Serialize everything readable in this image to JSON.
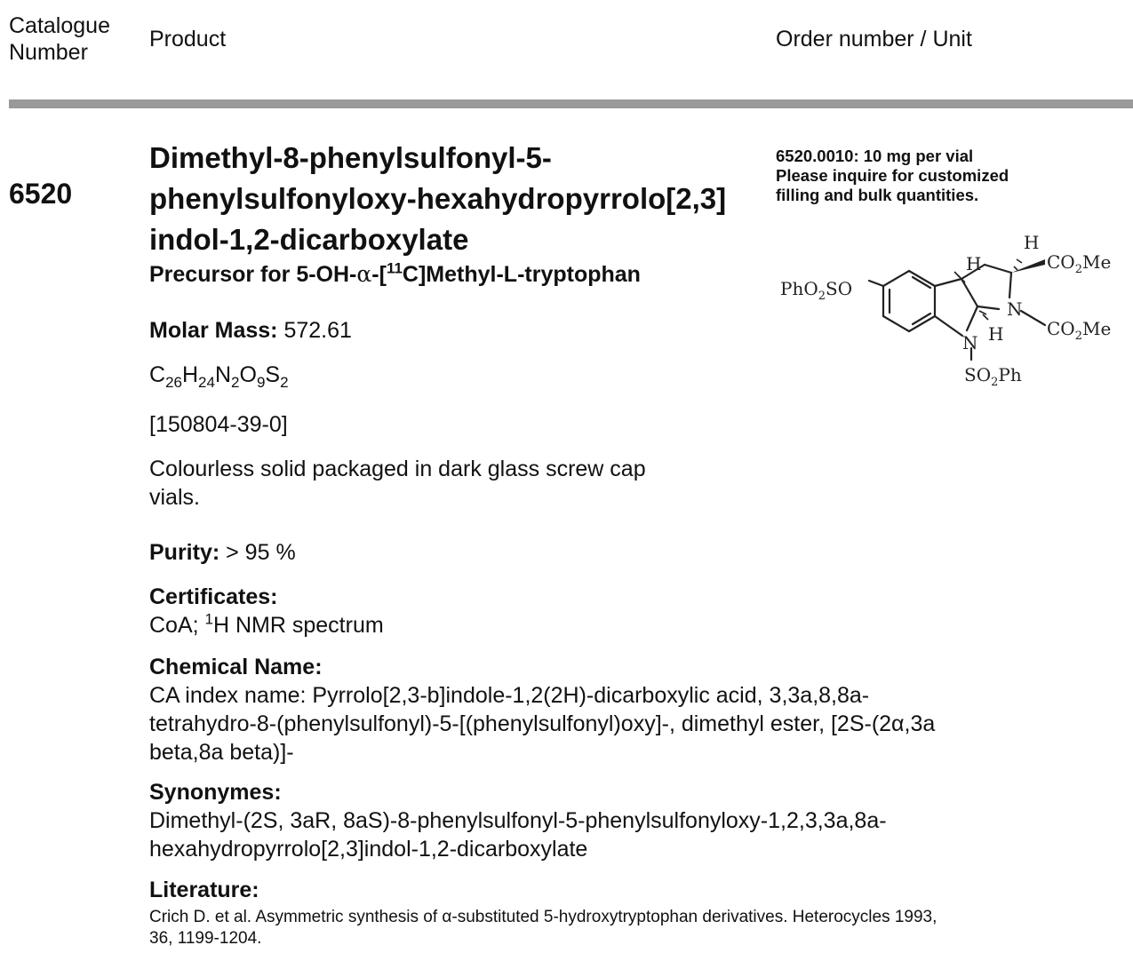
{
  "header": {
    "catalogue_label_1": "Catalogue",
    "catalogue_label_2": "Number",
    "product_label": "Product",
    "order_label": "Order number / Unit"
  },
  "product": {
    "catalogue_number": "6520",
    "title_1": "Dimethyl-8-phenylsulfonyl-5-",
    "title_2": "phenylsulfonyloxy-hexahydropyrrolo[2,3]",
    "title_3": "indol-1,2-dicarboxylate",
    "subtitle_a": "Precursor for 5-OH-",
    "subtitle_alpha": "α",
    "subtitle_b": "-[",
    "subtitle_sup": "11",
    "subtitle_c": "C]Methyl-L-tryptophan"
  },
  "order": {
    "line_1": "6520.0010: 10 mg per vial",
    "line_2": "Please inquire for customized",
    "line_3": "filling and bulk quantities."
  },
  "details": {
    "molar_mass_label": "Molar Mass:",
    "molar_mass_value": "572.61",
    "formula": [
      {
        "el": "C",
        "n": "26"
      },
      {
        "el": "H",
        "n": "24"
      },
      {
        "el": "N",
        "n": "2"
      },
      {
        "el": "O",
        "n": "9"
      },
      {
        "el": "S",
        "n": "2"
      }
    ],
    "cas": "[150804-39-0]",
    "description_1": "Colourless solid packaged in dark glass screw cap",
    "description_2": "vials.",
    "purity_label": "Purity:",
    "purity_value": "> 95 %",
    "certificates_label": "Certificates:",
    "certificates_a": "CoA; ",
    "certificates_sup": "1",
    "certificates_b": "H NMR spectrum",
    "chemical_name_label": "Chemical Name:",
    "chemical_name_1": "CA index name: Pyrrolo[2,3-b]indole-1,2(2H)-dicarboxylic acid, 3,3a,8,8a-",
    "chemical_name_2": "tetrahydro-8-(phenylsulfonyl)-5-[(phenylsulfonyl)oxy]-, dimethyl ester, [2S-(2α,3a",
    "chemical_name_3": "beta,8a beta)]-",
    "synonymes_label": "Synonymes:",
    "synonymes_1": "Dimethyl-(2S, 3aR, 8aS)-8-phenylsulfonyl-5-phenylsulfonyloxy-1,2,3,3a,8a-",
    "synonymes_2": "hexahydropyrrolo[2,3]indol-1,2-dicarboxylate",
    "literature_label": "Literature:",
    "literature_1": "Crich D. et al. Asymmetric synthesis of α-substituted 5-hydroxytryptophan derivatives. Heterocycles 1993,",
    "literature_2": "36, 1199-1204."
  },
  "structure": {
    "pho2so_a": "PhO",
    "pho2so_sub": "2",
    "pho2so_b": "SO",
    "co2me_a": "CO",
    "co2me_sub": "2",
    "co2me_b": "Me",
    "so2ph_a": "SO",
    "so2ph_sub": "2",
    "so2ph_b": "Ph",
    "h": "H",
    "n": "N"
  }
}
